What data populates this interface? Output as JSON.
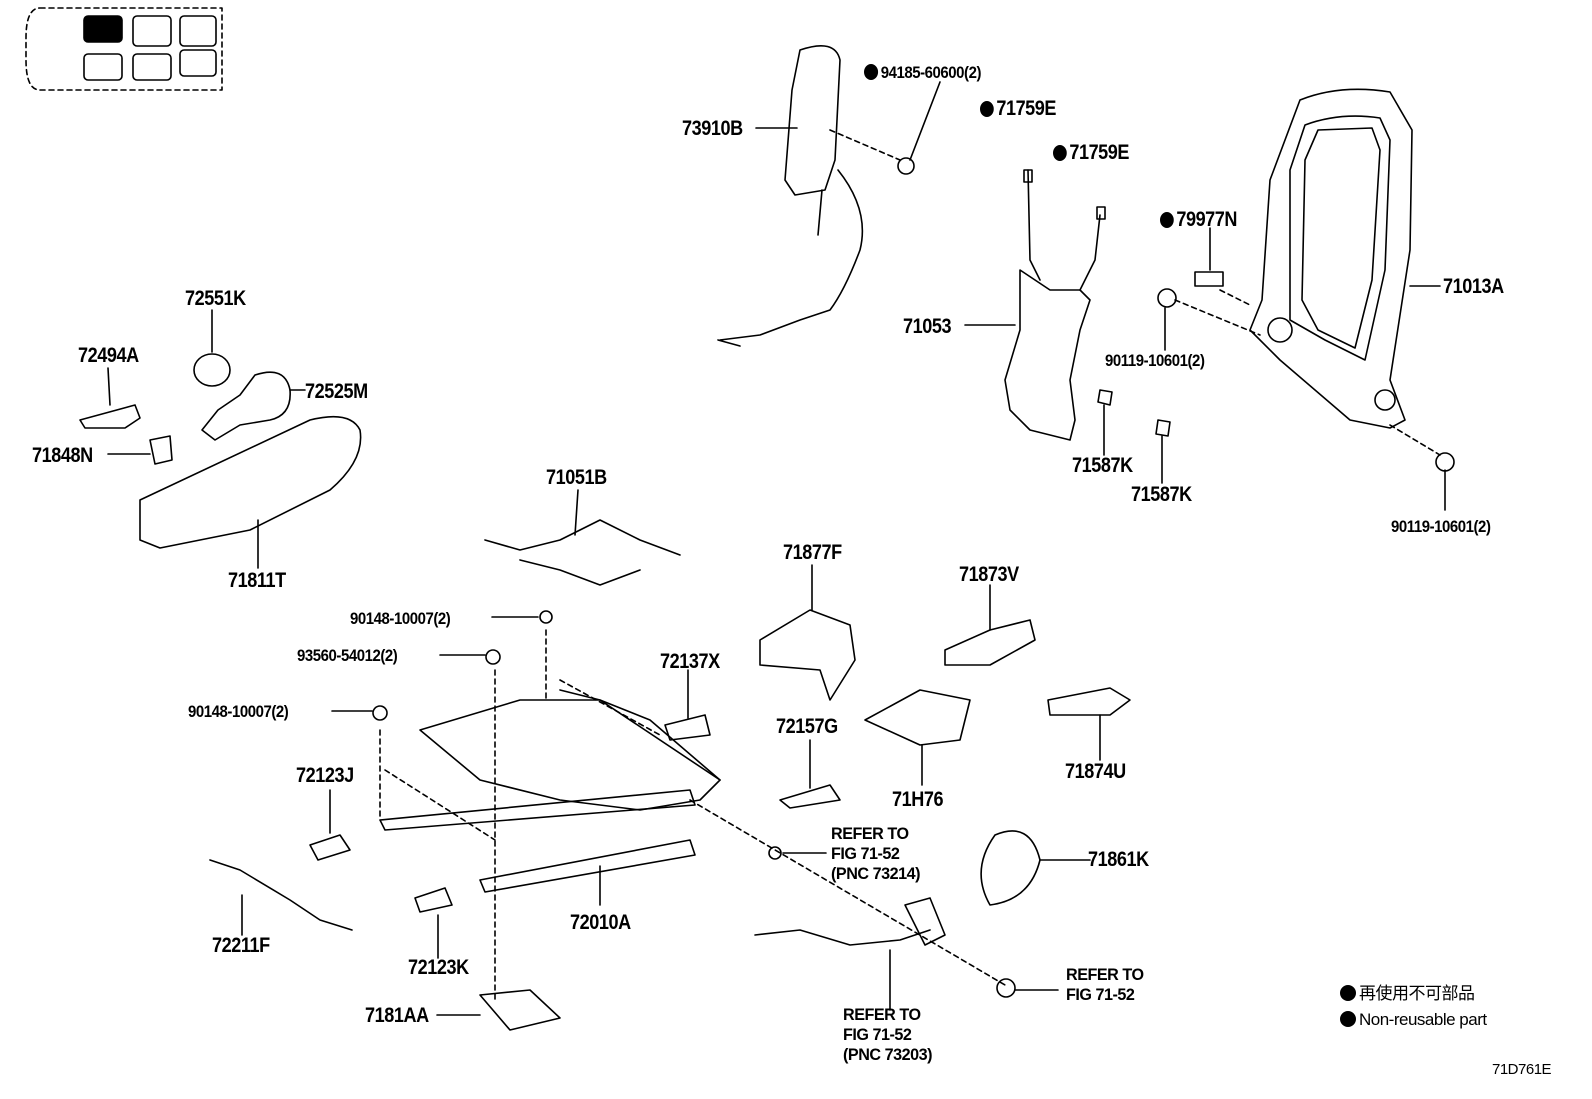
{
  "labels": {
    "p73910B": "73910B",
    "p94185": "94185-60600(2)",
    "p71759E_a": "71759E",
    "p71759E_b": "71759E",
    "p79977N": "79977N",
    "p71013A": "71013A",
    "p71053": "71053",
    "p90119_a": "90119-10601(2)",
    "p90119_b": "90119-10601(2)",
    "p71587K_a": "71587K",
    "p71587K_b": "71587K",
    "p72551K": "72551K",
    "p72494A": "72494A",
    "p72525M": "72525M",
    "p71848N": "71848N",
    "p71811T": "71811T",
    "p71051B": "71051B",
    "p71877F": "71877F",
    "p71873V": "71873V",
    "p90148_a": "90148-10007(2)",
    "p93560": "93560-54012(2)",
    "p90148_b": "90148-10007(2)",
    "p72137X": "72137X",
    "p72157G": "72157G",
    "p71H76": "71H76",
    "p71874U": "71874U",
    "p72123J": "72123J",
    "p71861K": "71861K",
    "p72211F": "72211F",
    "p72010A": "72010A",
    "p72123K": "72123K",
    "p7181AA": "7181AA"
  },
  "references": {
    "ref1": "REFER TO\nFIG 71-52\n(PNC 73214)",
    "ref2": "REFER TO\nFIG 71-52",
    "ref3": "REFER TO\nFIG 71-52\n(PNC 73203)"
  },
  "legend": {
    "jp": "再使用不可部品",
    "en": "Non-reusable part"
  },
  "figure_code": "71D761E"
}
